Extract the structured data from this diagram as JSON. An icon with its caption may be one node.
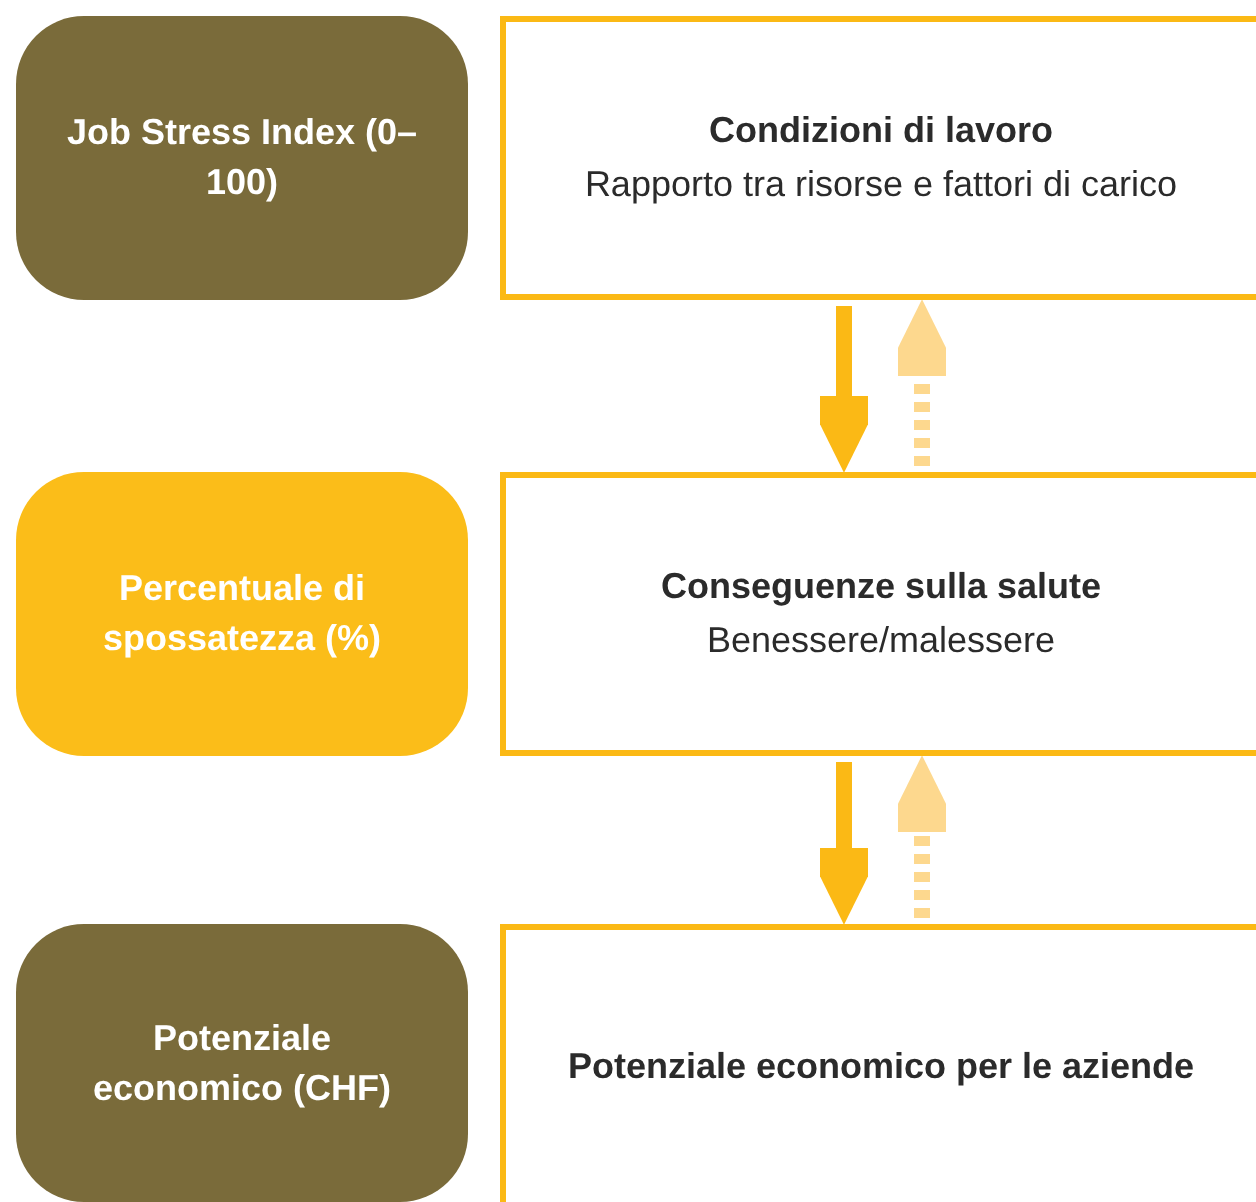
{
  "diagram": {
    "nodes": [
      {
        "text": [
          "Job Stress Index (0–100)"
        ]
      },
      {
        "text": [
          "Condizioni di lavoro",
          "Rapporto tra risorse e fattori di carico"
        ]
      },
      {
        "text": [
          "Percentuale di spossatezza (%)"
        ]
      },
      {
        "text": [
          "Conseguenze sulla salute",
          "Benessere/malessere"
        ]
      },
      {
        "text": [
          "Potenziale economico (CHF)"
        ]
      },
      {
        "text": [
          "Potenziale economico per le aziende"
        ]
      }
    ],
    "edges": [
      {
        "from": 1,
        "to": 3,
        "arrow": "to"
      },
      {
        "from": 3,
        "to": 1,
        "arrow": "to",
        "style": "dashed",
        "color": "#fdd88e"
      },
      {
        "from": 3,
        "to": 5,
        "arrow": "to"
      },
      {
        "from": 5,
        "to": 3,
        "arrow": "to",
        "style": "dashed",
        "color": "#fdd88e"
      }
    ]
  }
}
